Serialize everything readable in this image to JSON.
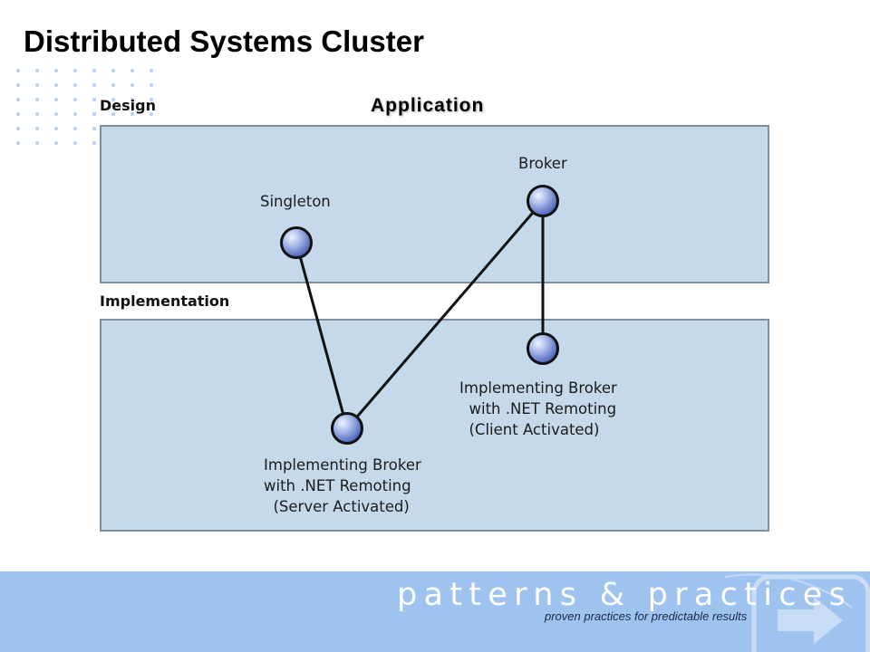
{
  "page": {
    "title": "Distributed Systems Cluster"
  },
  "diagram": {
    "heading": "Application",
    "sections": {
      "design": "Design",
      "implementation": "Implementation"
    },
    "nodes": {
      "singleton": "Singleton",
      "broker": "Broker",
      "broker_client": "Implementing Broker\n  with .NET Remoting\n  (Client Activated)",
      "broker_server": "Implementing Broker\nwith .NET Remoting\n  (Server Activated)"
    },
    "edges": [
      [
        "singleton",
        "broker_server"
      ],
      [
        "broker",
        "broker_server"
      ],
      [
        "broker",
        "broker_client"
      ]
    ],
    "colors": {
      "panel_fill": "#c5d9ea",
      "panel_border": "#7f8f9c",
      "node_highlight": "#e8eeff",
      "node_mid": "#9db0e4",
      "node_dark": "#4860b8",
      "edge": "#111111"
    }
  },
  "footer": {
    "brand": "patterns & practices",
    "tagline": "proven practices for predictable results",
    "logo_icon": "arrow-right-icon",
    "background": "#9fc3ef"
  }
}
